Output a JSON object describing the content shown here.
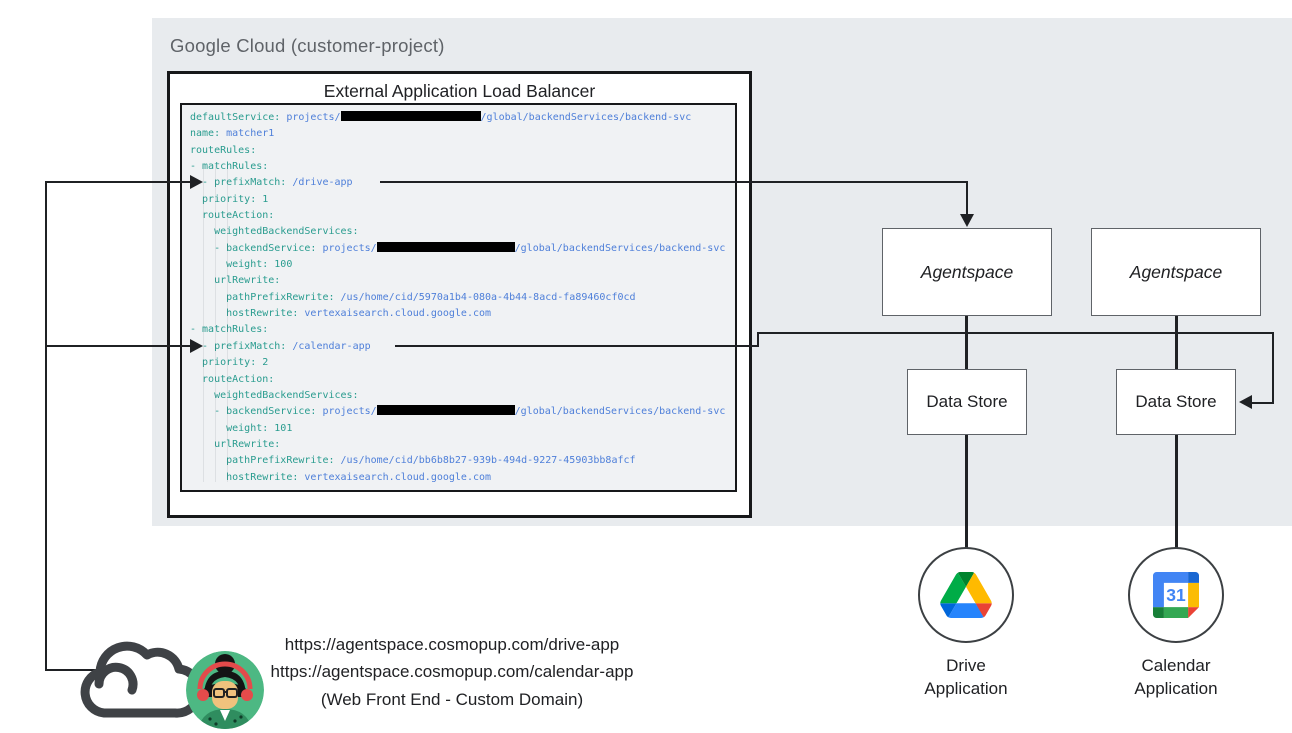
{
  "panel": {
    "label": "Google Cloud (customer-project)"
  },
  "load_balancer": {
    "title": "External Application Load Balancer"
  },
  "code": {
    "lines": [
      [
        {
          "c": "k",
          "t": "defaultService: "
        },
        {
          "c": "v",
          "t": "projects/"
        },
        {
          "c": "r",
          "w": 140
        },
        {
          "c": "v",
          "t": "/global/backendServices/backend-svc"
        }
      ],
      [
        {
          "c": "k",
          "t": "name: "
        },
        {
          "c": "v",
          "t": "matcher1"
        }
      ],
      [
        {
          "c": "k",
          "t": "routeRules:"
        }
      ],
      [
        {
          "c": "k",
          "t": "- matchRules:"
        }
      ],
      [
        {
          "c": "k",
          "t": "  - prefixMatch: "
        },
        {
          "c": "v",
          "t": "/drive-app"
        }
      ],
      [
        {
          "c": "k",
          "t": "  priority: 1"
        }
      ],
      [
        {
          "c": "k",
          "t": "  routeAction:"
        }
      ],
      [
        {
          "c": "k",
          "t": "    weightedBackendServices:"
        }
      ],
      [
        {
          "c": "k",
          "t": "    - backendService: "
        },
        {
          "c": "v",
          "t": "projects/"
        },
        {
          "c": "r",
          "w": 138
        },
        {
          "c": "v",
          "t": "/global/backendServices/backend-svc"
        }
      ],
      [
        {
          "c": "k",
          "t": "      weight: 100"
        }
      ],
      [
        {
          "c": "k",
          "t": "    urlRewrite:"
        }
      ],
      [
        {
          "c": "k",
          "t": "      pathPrefixRewrite: "
        },
        {
          "c": "v",
          "t": "/us/home/cid/5970a1b4-080a-4b44-8acd-fa89460cf0cd"
        }
      ],
      [
        {
          "c": "k",
          "t": "      hostRewrite: "
        },
        {
          "c": "v",
          "t": "vertexaisearch.cloud.google.com"
        }
      ],
      [
        {
          "c": "k",
          "t": "- matchRules:"
        }
      ],
      [
        {
          "c": "k",
          "t": "  - prefixMatch: "
        },
        {
          "c": "v",
          "t": "/calendar-app"
        }
      ],
      [
        {
          "c": "k",
          "t": "  priority: 2"
        }
      ],
      [
        {
          "c": "k",
          "t": "  routeAction:"
        }
      ],
      [
        {
          "c": "k",
          "t": "    weightedBackendServices:"
        }
      ],
      [
        {
          "c": "k",
          "t": "    - backendService: "
        },
        {
          "c": "v",
          "t": "projects/"
        },
        {
          "c": "r",
          "w": 138
        },
        {
          "c": "v",
          "t": "/global/backendServices/backend-svc"
        }
      ],
      [
        {
          "c": "k",
          "t": "      weight: 101"
        }
      ],
      [
        {
          "c": "k",
          "t": "    urlRewrite:"
        }
      ],
      [
        {
          "c": "k",
          "t": "      pathPrefixRewrite: "
        },
        {
          "c": "v",
          "t": "/us/home/cid/bb6b8b27-939b-494d-9227-45903bb8afcf"
        }
      ],
      [
        {
          "c": "k",
          "t": "      hostRewrite: "
        },
        {
          "c": "v",
          "t": "vertexaisearch.cloud.google.com"
        }
      ]
    ]
  },
  "nodes": {
    "agentspace_left": "Agentspace",
    "agentspace_right": "Agentspace",
    "datastore_left": "Data Store",
    "datastore_right": "Data Store",
    "drive_app": "Drive\nApplication",
    "calendar_app": "Calendar\nApplication"
  },
  "frontend": {
    "url_drive": "https://agentspace.cosmopup.com/drive-app",
    "url_calendar": "https://agentspace.cosmopup.com/calendar-app",
    "caption": "(Web Front End - Custom Domain)"
  },
  "icons": {
    "drive": "google-drive-icon",
    "calendar": "google-calendar-icon",
    "calendar_day": "31",
    "cloud": "cloud-icon",
    "avatar": "user-avatar"
  },
  "colors": {
    "panel_bg": "#e8ebee",
    "code_key": "#299c8f",
    "code_value": "#4e7fd9",
    "code_bg": "#f0f2f4",
    "line": "#1f2124",
    "drive_green": "#00ac47",
    "drive_blue": "#2684fc",
    "drive_yellow": "#ffba00",
    "calendar_blue": "#4285f4"
  }
}
